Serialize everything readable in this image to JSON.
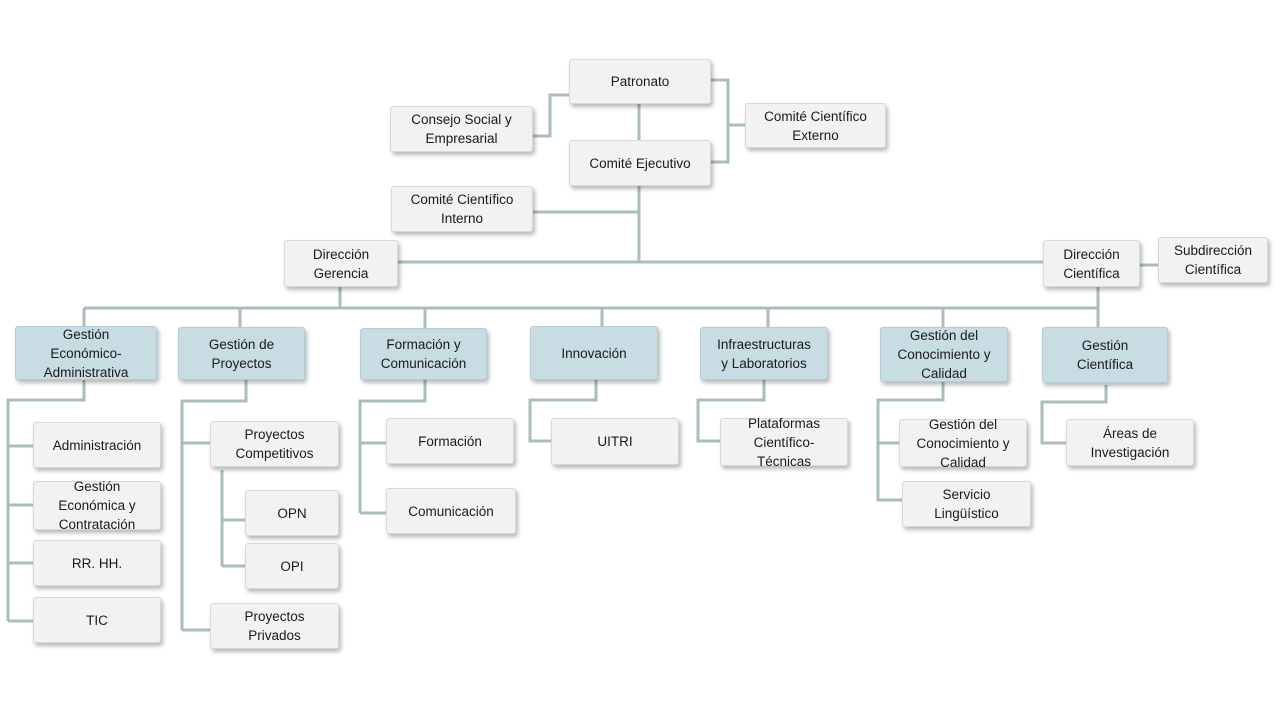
{
  "colors": {
    "connector": "#a8bfb8",
    "box_fill": "#f2f2f2",
    "area_fill": "#c8dce4"
  },
  "top": {
    "patronato": "Patronato",
    "consejo_social": "Consejo Social y\nEmpresarial",
    "comite_cientifico_externo": "Comité Científico\nExterno",
    "comite_ejecutivo": "Comité Ejecutivo",
    "comite_cientifico_interno": "Comité Científico\nInterno",
    "direccion_gerencia": "Dirección\nGerencia",
    "direccion_cientifica": "Dirección\nCientífica",
    "subdireccion_cientifica": "Subdirección\nCientífica"
  },
  "areas": {
    "gea": "Gestión\nEconómico-\nAdministrativa",
    "gestion_proyectos": "Gestión de\nProyectos",
    "formacion_comunicacion": "Formación  y\nComunicación",
    "innovacion": "Innovación",
    "infraestructuras": "Infraestructuras\ny Laboratorios",
    "gestion_conocimiento": "Gestión del\nConocimiento y\nCalidad",
    "gestion_cientifica": "Gestión\nCientífica"
  },
  "units": {
    "administracion": "Administración",
    "gestion_economica": "Gestión\nEconómica y\nContratación",
    "rrhh": "RR. HH.",
    "tic": "TIC",
    "proyectos_competitivos": "Proyectos\nCompetitivos",
    "opn": "OPN",
    "opi": "OPI",
    "proyectos_privados": "Proyectos\nPrivados",
    "formacion": "Formación",
    "comunicacion": "Comunicación",
    "uitri": "UITRI",
    "plataformas": "Plataformas\nCientífico-\nTécnicas",
    "gestion_conocimiento_calidad": "Gestión del\nConocimiento y\nCalidad",
    "servicio_linguistico": "Servicio\nLingüístico",
    "areas_investigacion": "Áreas  de\nInvestigación"
  }
}
